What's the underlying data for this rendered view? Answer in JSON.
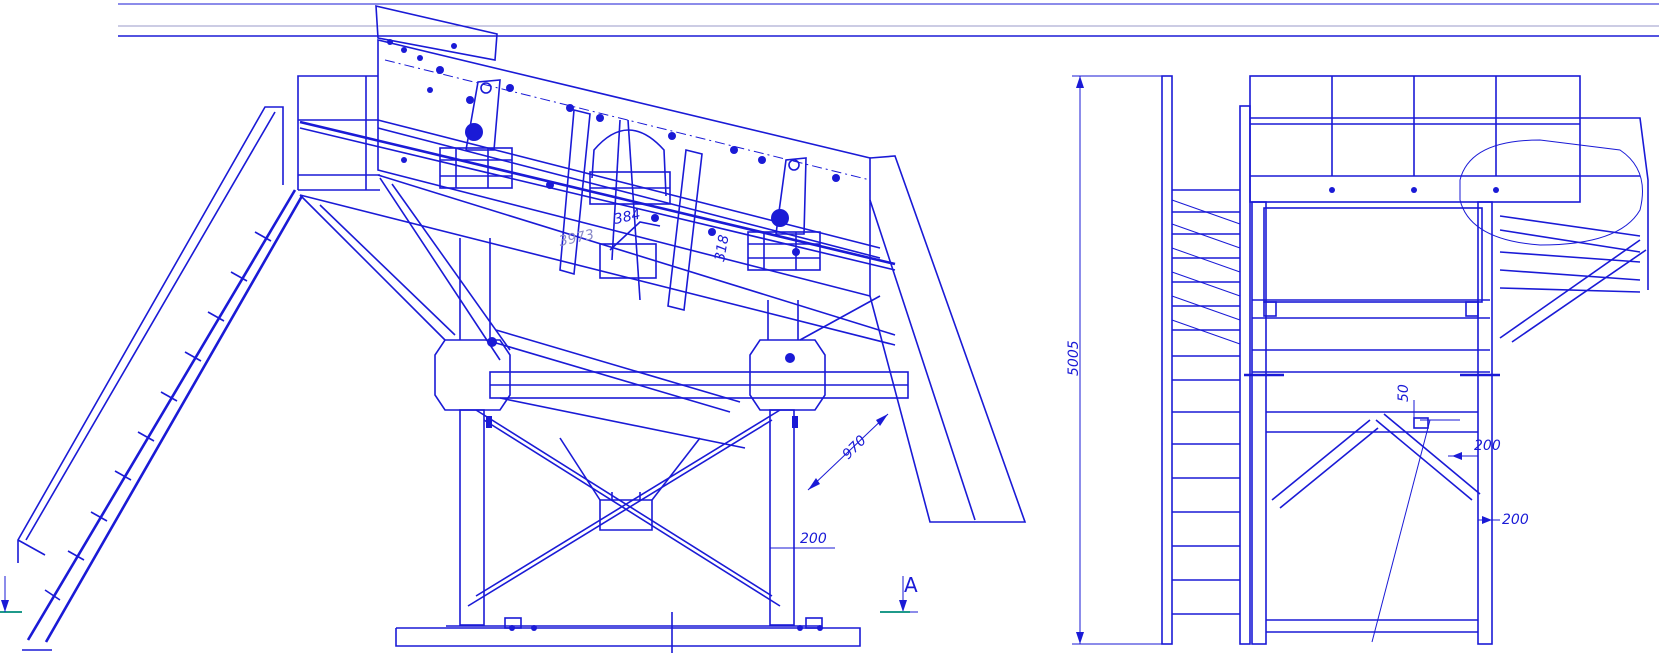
{
  "dimensions": {
    "height_total": "5005",
    "d50": "50",
    "d200_side_upper": "200",
    "d200_side_lower": "200",
    "d200_front": "200",
    "d970": "970",
    "d384": "384",
    "d318": "318",
    "d3738": "3973",
    "section_mark": "A"
  },
  "colors": {
    "line": "#1a1ad6",
    "ground": "#1f9a8a"
  }
}
